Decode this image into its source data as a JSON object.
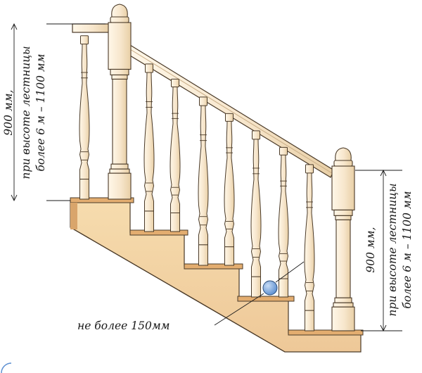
{
  "left_height_label": {
    "line1": "900 мм,",
    "line2": "при высоте лестницы",
    "line3": "более 6 м – 1100 мм"
  },
  "right_height_label": {
    "line1": "900 мм,",
    "line2": "при высоте лестницы",
    "line3": "более 6 м – 1100 мм"
  },
  "gap_label": "не более 150мм",
  "colors": {
    "wood_light": "#f8ecd8",
    "wood_edge": "#4a3a28",
    "stair_face": "#f3d7a8",
    "stair_tread": "#e5b277",
    "ball": "#7aa6de"
  }
}
